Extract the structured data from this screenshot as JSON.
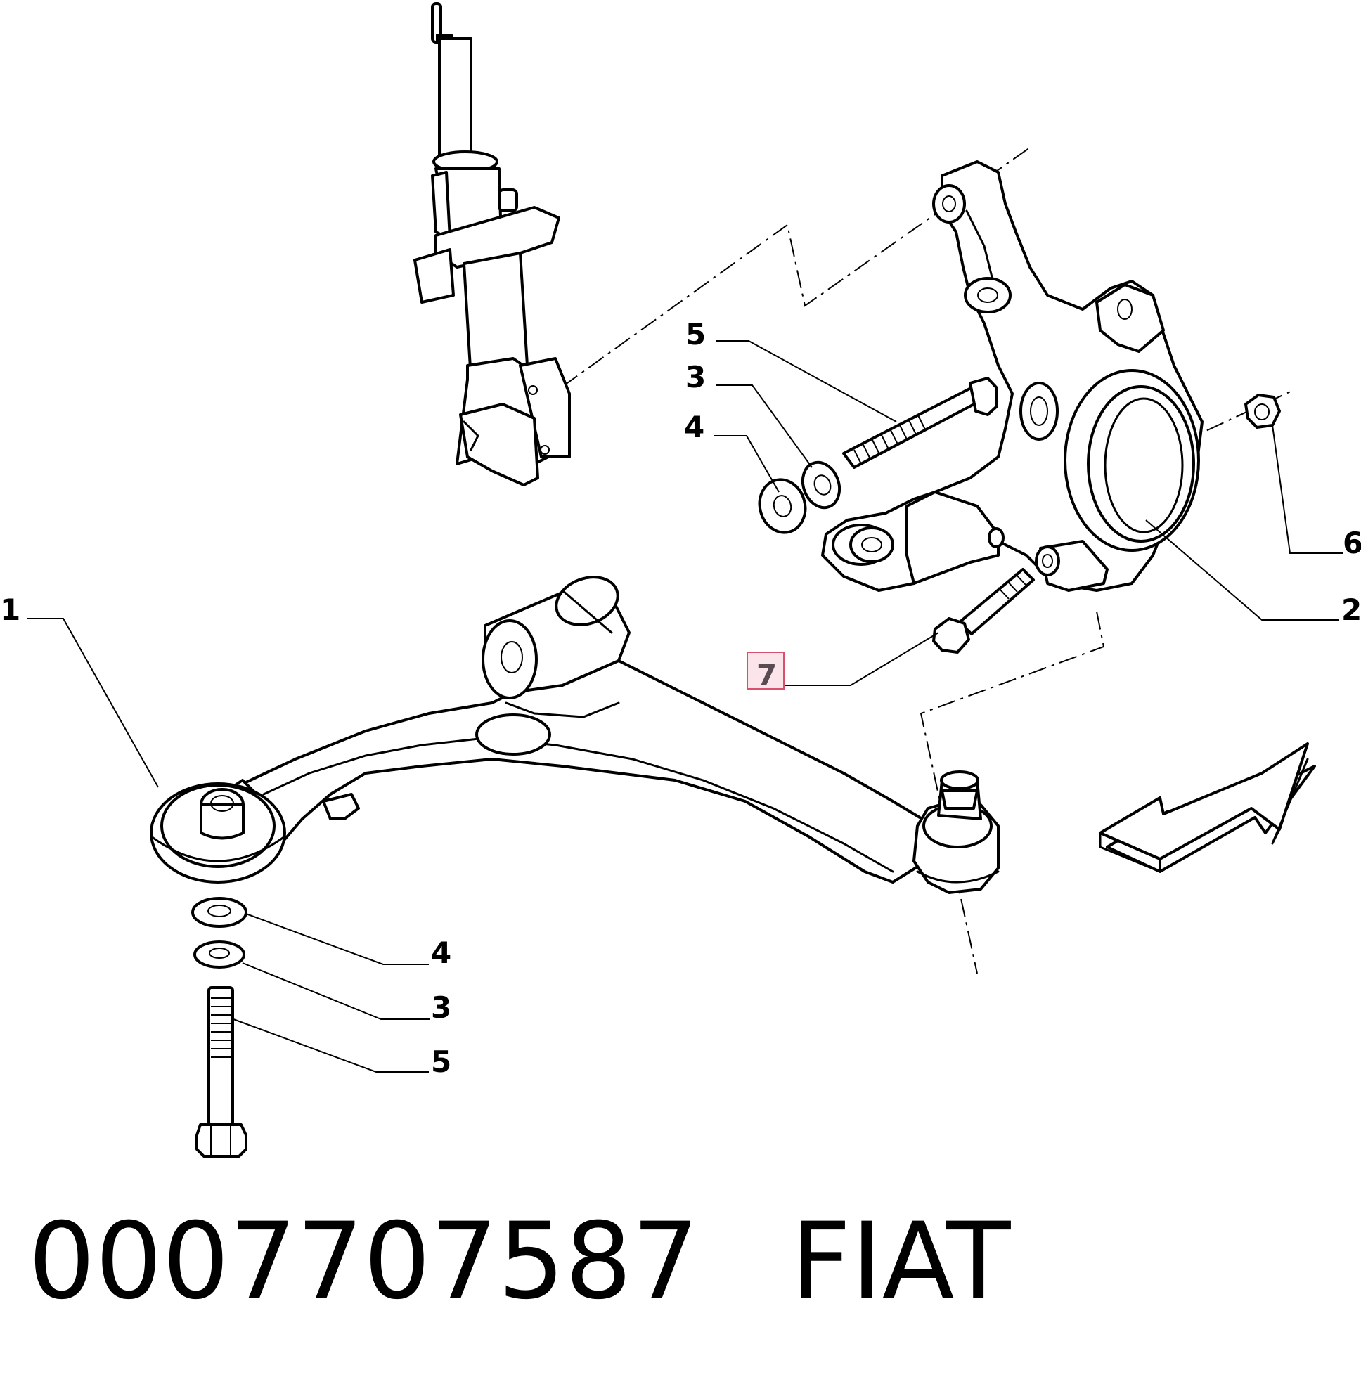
{
  "callouts": {
    "c1": "1",
    "c2": "2",
    "c3_top": "3",
    "c4_top": "4",
    "c5_top": "5",
    "c6": "6",
    "c7": "7",
    "c3_bottom": "3",
    "c4_bottom": "4",
    "c5_bottom": "5"
  },
  "footer": {
    "part_number": "0007707587",
    "brand": "FIAT"
  },
  "colors": {
    "line": "#000000",
    "background": "#ffffff",
    "highlight_fill": "#fbe4ea",
    "highlight_stroke": "#d9506e"
  },
  "highlighted_callout": "7"
}
